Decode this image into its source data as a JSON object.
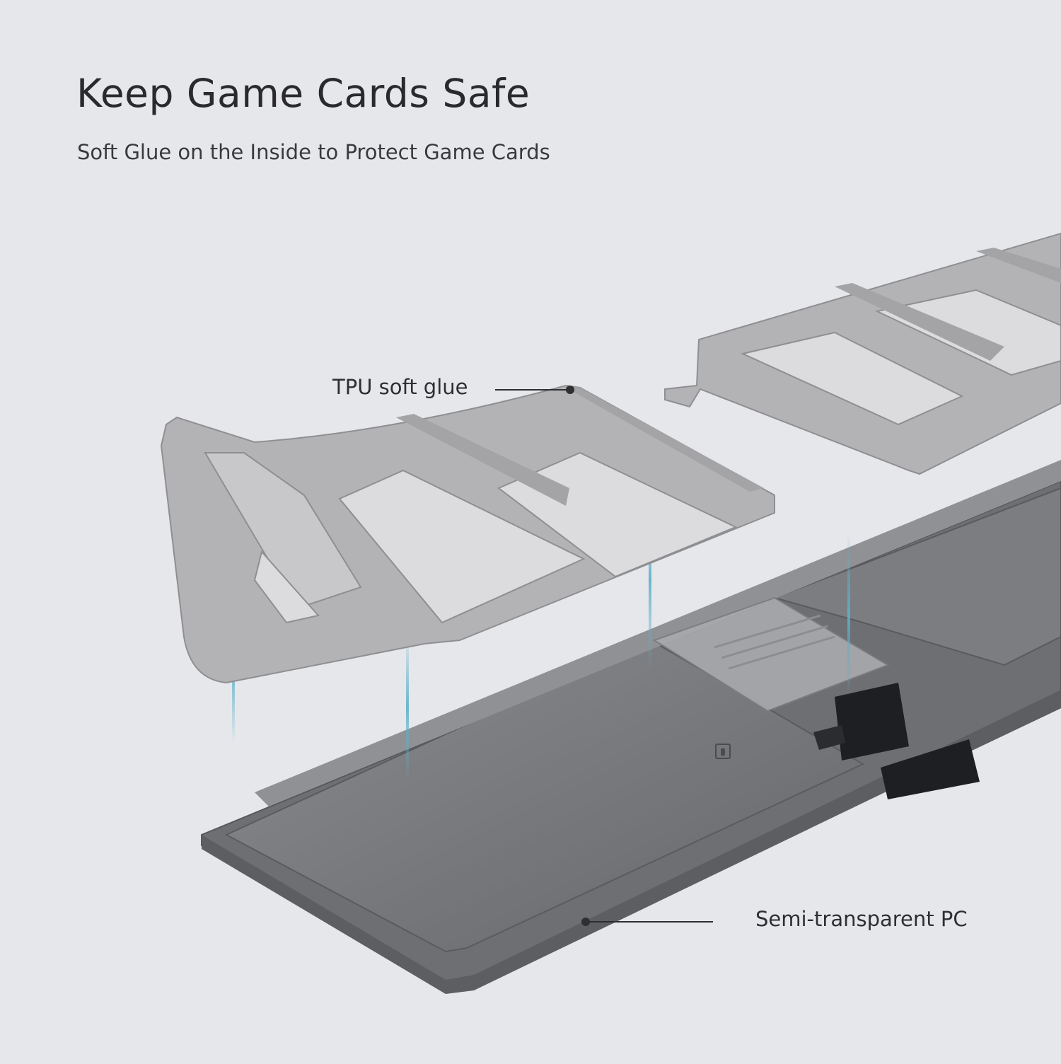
{
  "headline": {
    "title": "Keep Game Cards Safe",
    "subtitle": "Soft Glue on the Inside to Protect Game Cards"
  },
  "callouts": {
    "tpu_label": "TPU soft glue",
    "pc_label": "Semi-transparent PC"
  },
  "product": {
    "icons": [
      "tpu-frame-left-icon",
      "tpu-frame-right-icon",
      "pc-tray-icon",
      "game-card-icon",
      "hinge-clip-icon",
      "brand-logo-icon"
    ]
  },
  "colors": {
    "background": "#e6e7eb",
    "tpu": "#b3b3b5",
    "pc_tray": "#6e6f72",
    "pc_floor": "#86878a",
    "hinge": "#1e1f22",
    "beam": "#5fb0c8"
  }
}
